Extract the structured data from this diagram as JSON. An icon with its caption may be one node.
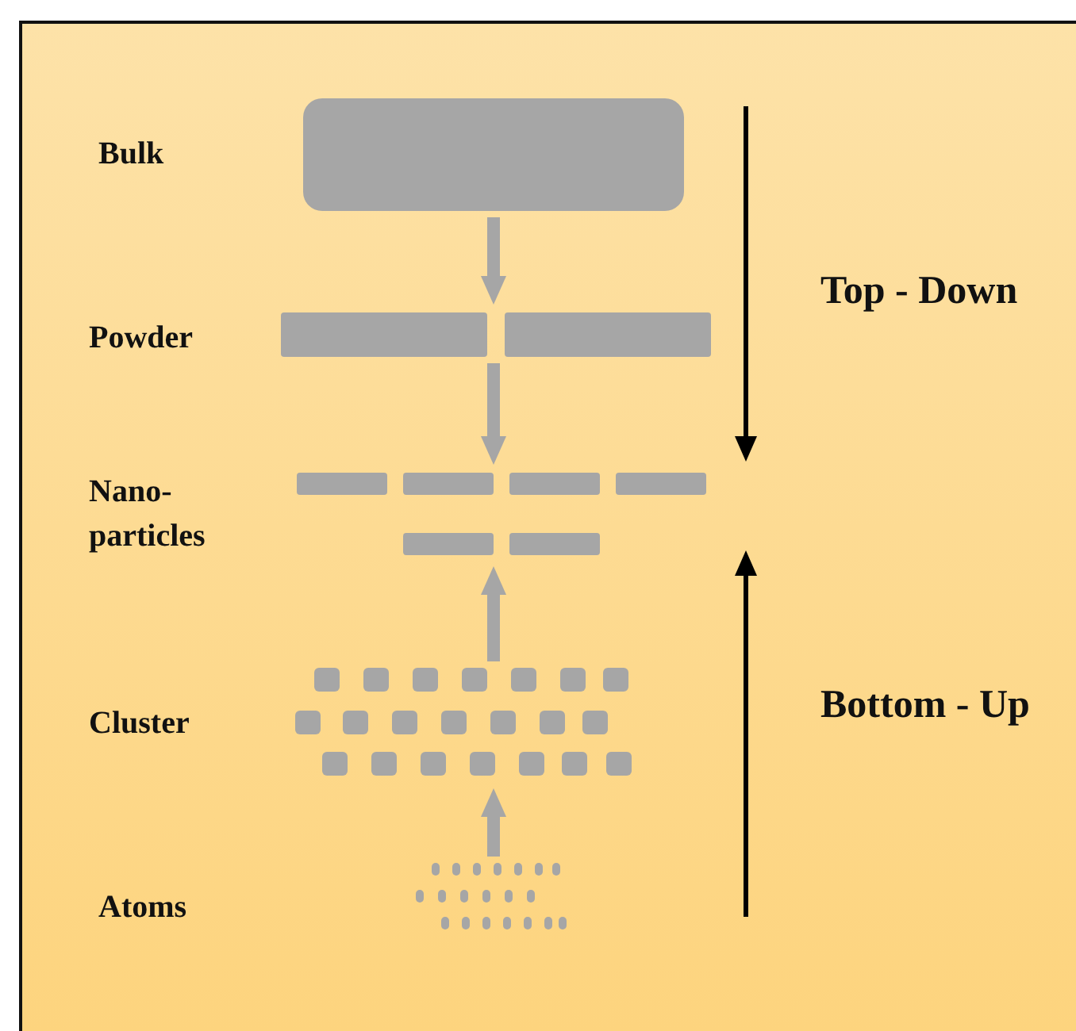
{
  "diagram": {
    "nodes": [
      {
        "text": [],
        "shape": "box"
      },
      {
        "text": [],
        "shape": "bar"
      },
      {
        "text": [],
        "shape": "bar"
      },
      {
        "text": [],
        "shape": "box"
      },
      {
        "text": [],
        "shape": "box"
      }
    ],
    "edges": [
      {
        "from": 0,
        "to": 1,
        "arrow": "to"
      },
      {
        "from": 1,
        "to": 2,
        "arrow": "to"
      },
      {
        "from": 3,
        "to": 2,
        "arrow": "to"
      },
      {
        "from": 4,
        "to": 3,
        "arrow": "to"
      }
    ],
    "labels": [
      "Bulk",
      "Powder",
      "Nano- particles",
      "Cluster",
      "Atoms",
      "Top - Down",
      "Bottom - Up"
    ]
  }
}
